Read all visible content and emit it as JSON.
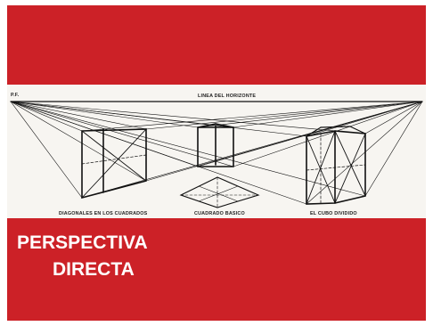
{
  "slide": {
    "title_line1": "PERSPECTIVA",
    "title_line2": "DIRECTA",
    "background_color": "#cc2127"
  },
  "figure": {
    "horizon_label": "LINEA DEL HORIZONTE",
    "vanishing_point_left": "P.F.",
    "captions": {
      "left": "DIAGONALES EN LOS CUADRADOS",
      "center": "CUADRADO BASICO",
      "right": "EL CUBO DIVIDIDO"
    }
  }
}
